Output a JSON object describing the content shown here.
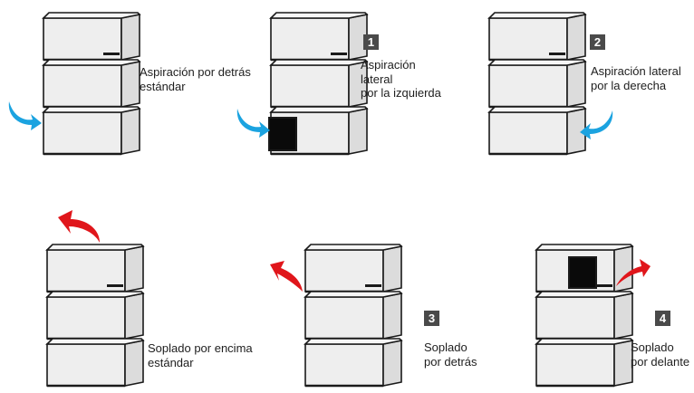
{
  "colors": {
    "intake_arrow": "#1ba3e0",
    "exhaust_arrow": "#e0161b",
    "badge_bg": "#4a4a4a"
  },
  "configs": [
    {
      "badge": "",
      "caption": "Aspiración por detrás\nestándar",
      "arrow": "intake-rear",
      "grille": "none",
      "arrow_icon": "blue-curved-arrow"
    },
    {
      "badge": "1",
      "caption": "Aspiración\nlateral\npor la izquierda",
      "arrow": "intake-left",
      "grille": "side-bottom",
      "arrow_icon": "blue-curved-arrow"
    },
    {
      "badge": "2",
      "caption": "Aspiración lateral\npor la derecha",
      "arrow": "intake-right",
      "grille": "none",
      "arrow_icon": "blue-curved-arrow"
    },
    {
      "badge": "",
      "caption": "Soplado por encima\nestándar",
      "arrow": "exhaust-top",
      "grille": "none",
      "arrow_icon": "red-curved-arrow"
    },
    {
      "badge": "3",
      "caption": "Soplado\npor detrás",
      "arrow": "exhaust-rear",
      "grille": "none",
      "arrow_icon": "red-curved-arrow"
    },
    {
      "badge": "4",
      "caption": "Soplado\npor delante",
      "arrow": "exhaust-front",
      "grille": "front-top",
      "arrow_icon": "red-curved-arrow"
    }
  ]
}
